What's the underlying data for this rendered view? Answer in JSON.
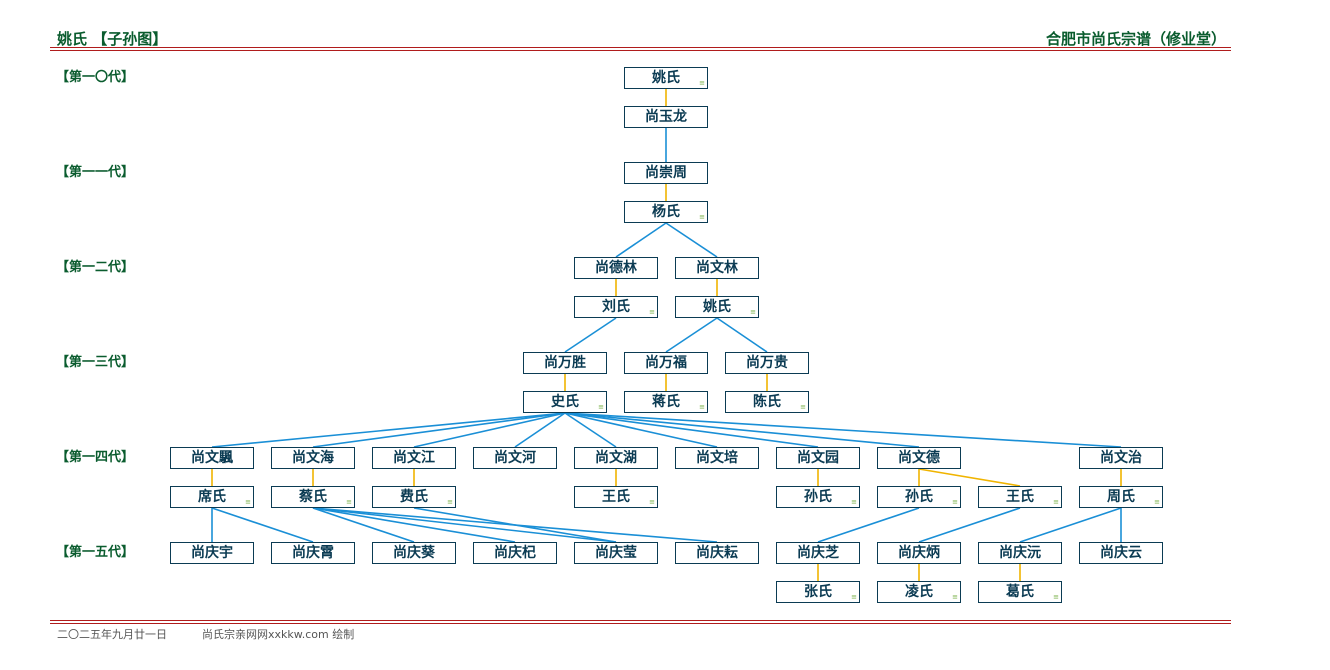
{
  "header": {
    "left": "姚氏 【子孙图】",
    "right": "合肥市尚氏宗谱（修业堂）"
  },
  "generations": [
    "【第一〇代】",
    "【第一一代】",
    "【第一二代】",
    "【第一三代】",
    "【第一四代】",
    "【第一五代】"
  ],
  "nodes": [
    {
      "id": "n1",
      "name": "姚氏",
      "mark": "≡"
    },
    {
      "id": "n2",
      "name": "尚玉龙",
      "mark": ""
    },
    {
      "id": "n3",
      "name": "尚崇周",
      "mark": ""
    },
    {
      "id": "n4",
      "name": "杨氏",
      "mark": "≡"
    },
    {
      "id": "n5",
      "name": "尚德林",
      "mark": ""
    },
    {
      "id": "n6",
      "name": "尚文林",
      "mark": ""
    },
    {
      "id": "n7",
      "name": "刘氏",
      "mark": "≡"
    },
    {
      "id": "n8",
      "name": "姚氏",
      "mark": "≡"
    },
    {
      "id": "n9",
      "name": "尚万胜",
      "mark": ""
    },
    {
      "id": "n10",
      "name": "尚万福",
      "mark": ""
    },
    {
      "id": "n11",
      "name": "尚万贵",
      "mark": ""
    },
    {
      "id": "n12",
      "name": "史氏",
      "mark": "≡"
    },
    {
      "id": "n13",
      "name": "蒋氏",
      "mark": "≡"
    },
    {
      "id": "n14",
      "name": "陈氏",
      "mark": "≡"
    },
    {
      "id": "n15",
      "name": "尚文颿",
      "mark": ""
    },
    {
      "id": "n16",
      "name": "尚文海",
      "mark": ""
    },
    {
      "id": "n17",
      "name": "尚文江",
      "mark": ""
    },
    {
      "id": "n18",
      "name": "尚文河",
      "mark": ""
    },
    {
      "id": "n19",
      "name": "尚文湖",
      "mark": ""
    },
    {
      "id": "n20",
      "name": "尚文培",
      "mark": ""
    },
    {
      "id": "n21",
      "name": "尚文园",
      "mark": ""
    },
    {
      "id": "n22",
      "name": "尚文德",
      "mark": ""
    },
    {
      "id": "n23",
      "name": "尚文治",
      "mark": ""
    },
    {
      "id": "n24",
      "name": "席氏",
      "mark": "≡"
    },
    {
      "id": "n25",
      "name": "蔡氏",
      "mark": "≡"
    },
    {
      "id": "n26",
      "name": "费氏",
      "mark": "≡"
    },
    {
      "id": "n27",
      "name": "王氏",
      "mark": "≡"
    },
    {
      "id": "n28",
      "name": "孙氏",
      "mark": "≡"
    },
    {
      "id": "n29",
      "name": "孙氏",
      "mark": "≡"
    },
    {
      "id": "n30",
      "name": "王氏",
      "mark": "≡"
    },
    {
      "id": "n31",
      "name": "周氏",
      "mark": "≡"
    },
    {
      "id": "n32",
      "name": "尚庆宇",
      "mark": ""
    },
    {
      "id": "n33",
      "name": "尚庆霄",
      "mark": ""
    },
    {
      "id": "n34",
      "name": "尚庆葵",
      "mark": ""
    },
    {
      "id": "n35",
      "name": "尚庆杞",
      "mark": ""
    },
    {
      "id": "n36",
      "name": "尚庆莹",
      "mark": ""
    },
    {
      "id": "n37",
      "name": "尚庆耘",
      "mark": ""
    },
    {
      "id": "n38",
      "name": "尚庆芝",
      "mark": ""
    },
    {
      "id": "n39",
      "name": "尚庆炳",
      "mark": ""
    },
    {
      "id": "n40",
      "name": "尚庆沅",
      "mark": ""
    },
    {
      "id": "n41",
      "name": "尚庆云",
      "mark": ""
    },
    {
      "id": "n42",
      "name": "张氏",
      "mark": "≡"
    },
    {
      "id": "n43",
      "name": "凌氏",
      "mark": "≡"
    },
    {
      "id": "n44",
      "name": "葛氏",
      "mark": "≡"
    }
  ],
  "marriages": [
    [
      "n1",
      "n2"
    ],
    [
      "n3",
      "n4"
    ],
    [
      "n5",
      "n7"
    ],
    [
      "n6",
      "n8"
    ],
    [
      "n9",
      "n12"
    ],
    [
      "n10",
      "n13"
    ],
    [
      "n11",
      "n14"
    ],
    [
      "n15",
      "n24"
    ],
    [
      "n16",
      "n25"
    ],
    [
      "n17",
      "n26"
    ],
    [
      "n19",
      "n27"
    ],
    [
      "n21",
      "n28"
    ],
    [
      "n22",
      "n29"
    ],
    [
      "n22",
      "n30"
    ],
    [
      "n23",
      "n31"
    ],
    [
      "n38",
      "n42"
    ],
    [
      "n39",
      "n43"
    ],
    [
      "n40",
      "n44"
    ]
  ],
  "descents": [
    [
      "n2",
      "n3"
    ],
    [
      "n4",
      "n5"
    ],
    [
      "n4",
      "n6"
    ],
    [
      "n7",
      "n9"
    ],
    [
      "n8",
      "n10"
    ],
    [
      "n8",
      "n11"
    ],
    [
      "n12",
      "n15"
    ],
    [
      "n12",
      "n16"
    ],
    [
      "n12",
      "n17"
    ],
    [
      "n12",
      "n18"
    ],
    [
      "n12",
      "n19"
    ],
    [
      "n12",
      "n20"
    ],
    [
      "n12",
      "n21"
    ],
    [
      "n12",
      "n22"
    ],
    [
      "n12",
      "n23"
    ],
    [
      "n24",
      "n32"
    ],
    [
      "n24",
      "n33"
    ],
    [
      "n25",
      "n34"
    ],
    [
      "n25",
      "n35"
    ],
    [
      "n25",
      "n36"
    ],
    [
      "n25",
      "n37"
    ],
    [
      "n26",
      "n36"
    ],
    [
      "n29",
      "n38"
    ],
    [
      "n30",
      "n39"
    ],
    [
      "n31",
      "n40"
    ],
    [
      "n31",
      "n41"
    ]
  ],
  "colors": {
    "descent": "#1a8fd6",
    "marriage": "#f0b400",
    "border": "#0b3b53",
    "heading": "#0a5c2e",
    "rule": "#b01c1c"
  },
  "footer": {
    "date": "二〇二五年九月廿一日",
    "site": "尚氏宗亲网网xxkkw.com 绘制"
  }
}
